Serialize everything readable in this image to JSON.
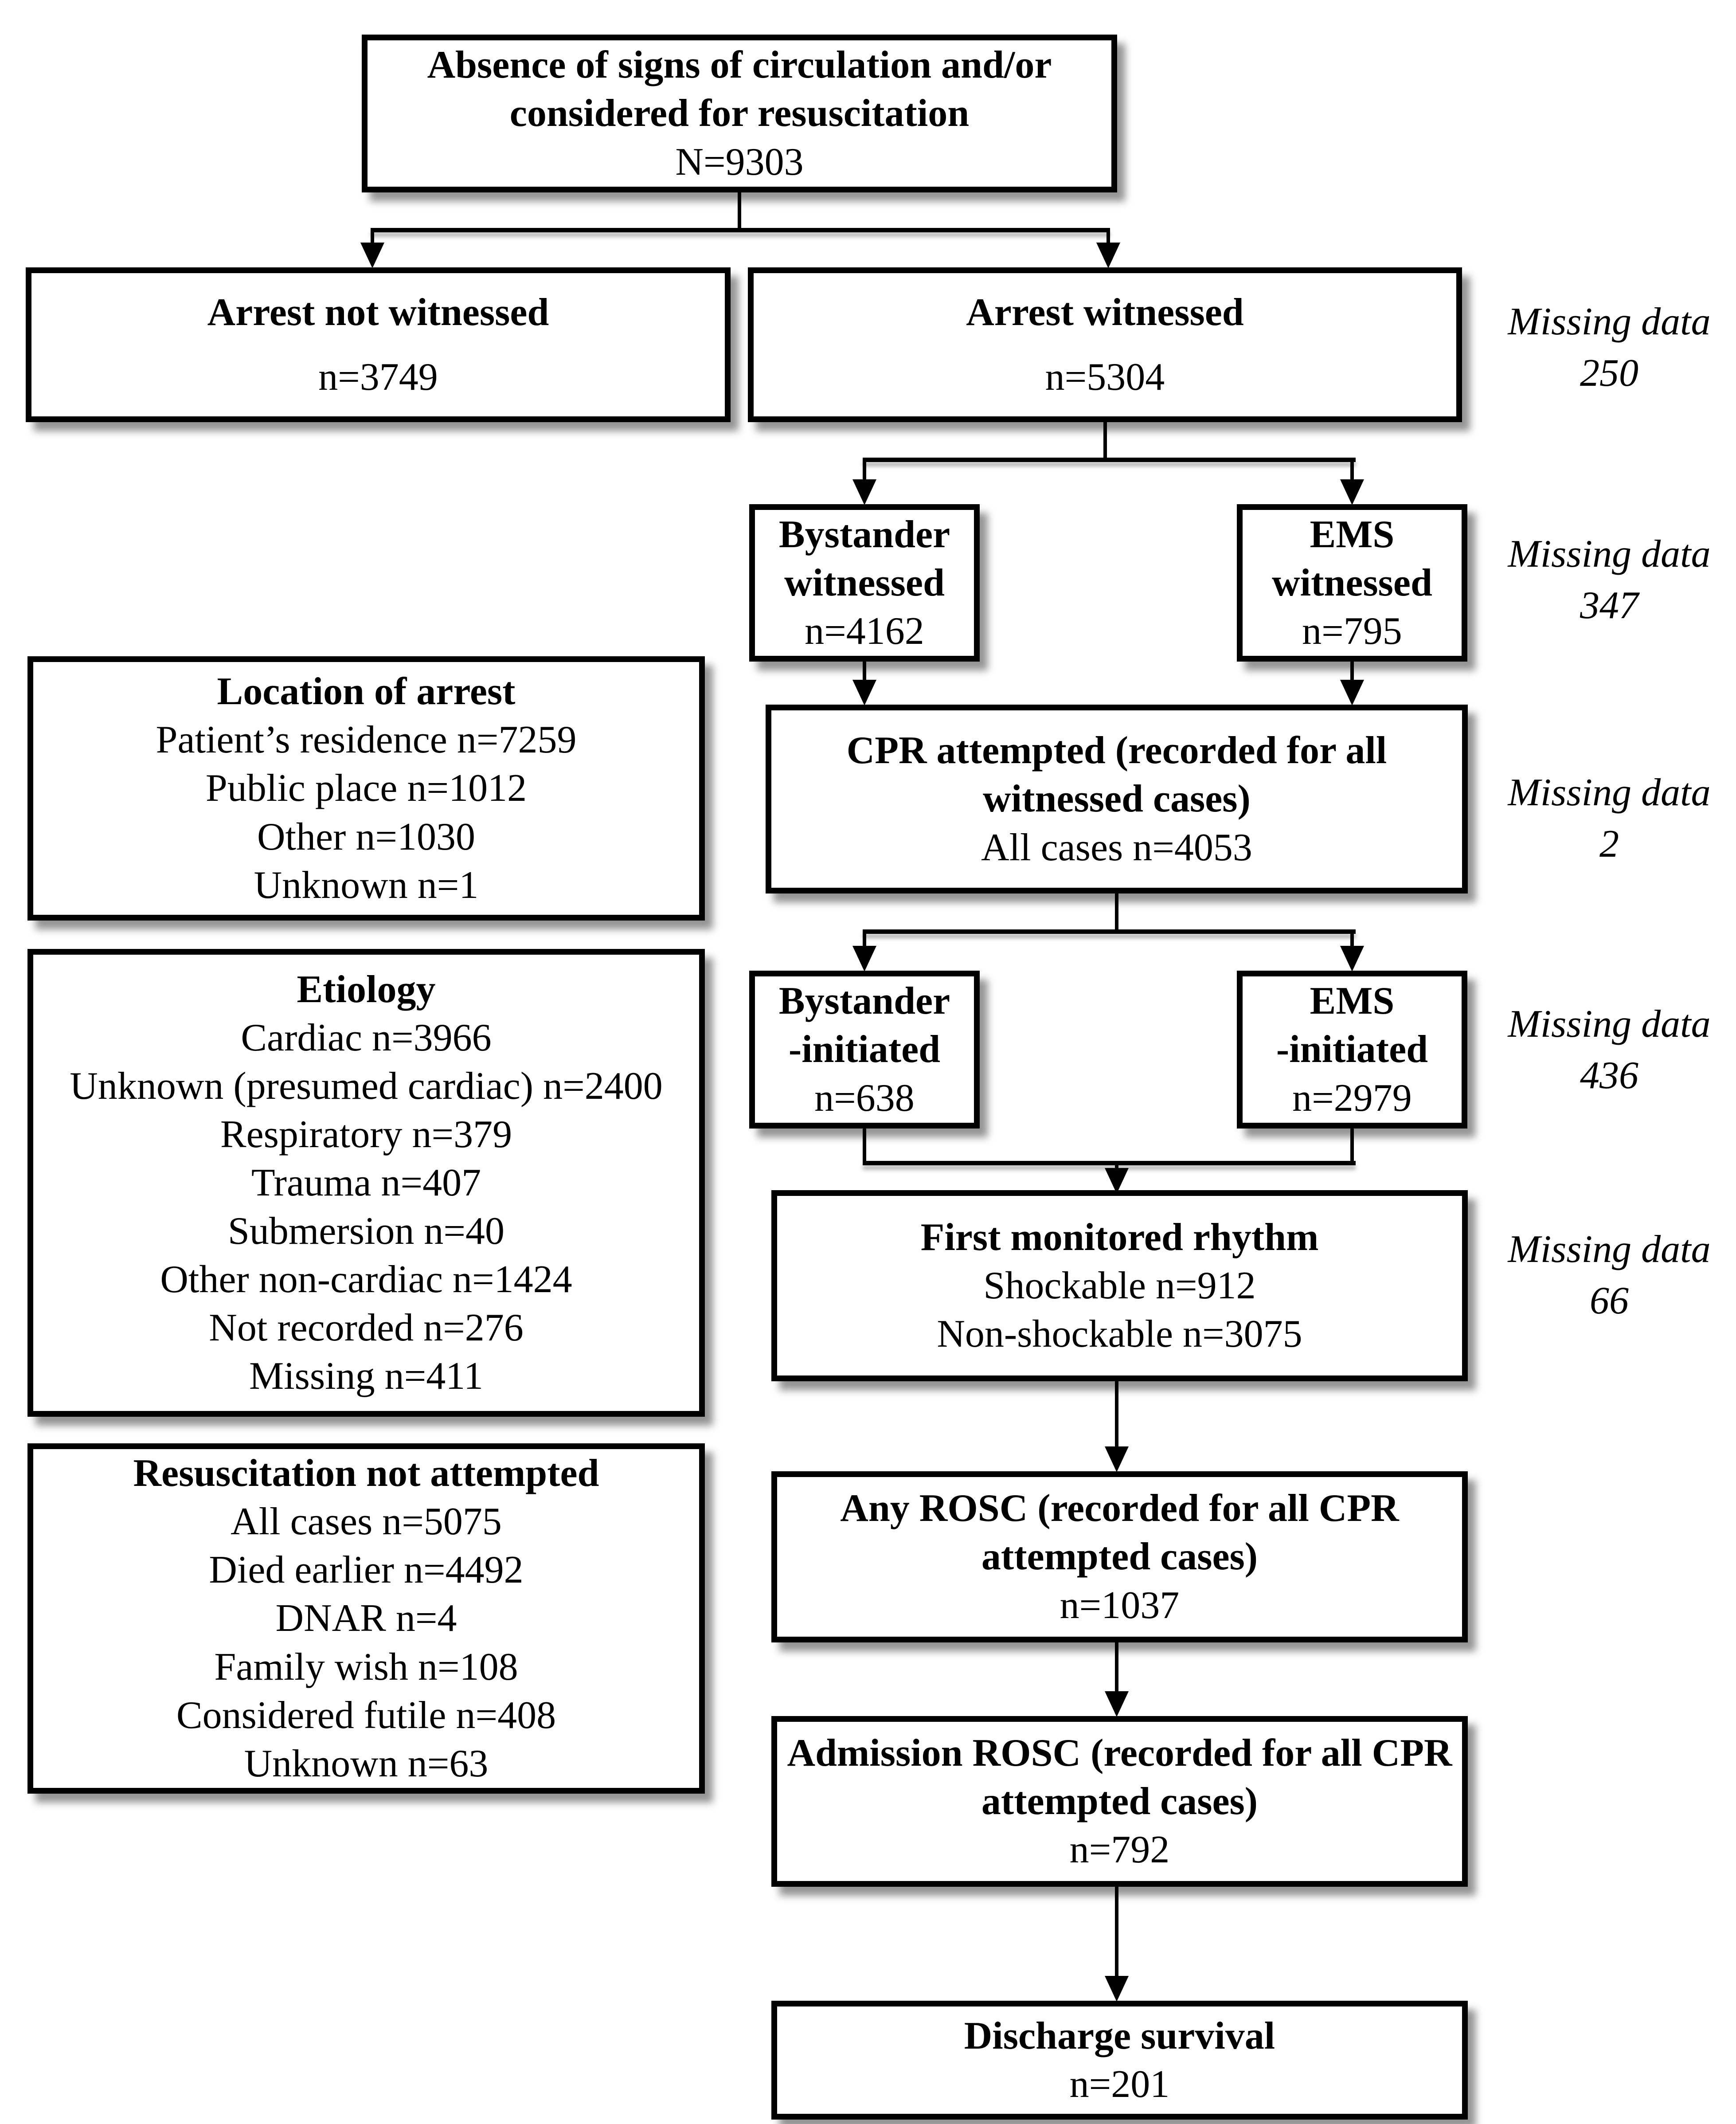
{
  "colors": {
    "line": "#000000",
    "background": "#ffffff",
    "shadow": "#9a9a9a"
  },
  "flow": {
    "top": {
      "l1": "Absence of signs of circulation and/or",
      "l2": "considered for resuscitation",
      "n": "N=9303"
    },
    "arrest_not_witnessed": {
      "title": "Arrest not witnessed",
      "n": "n=3749"
    },
    "arrest_witnessed": {
      "title": "Arrest witnessed",
      "n": "n=5304"
    },
    "bystander_witnessed": {
      "l1": "Bystander",
      "l2": "witnessed",
      "n": "n=4162"
    },
    "ems_witnessed": {
      "l1": "EMS",
      "l2": "witnessed",
      "n": "n=795"
    },
    "cpr_attempted": {
      "title": "CPR attempted (recorded for all witnessed cases)",
      "n": "All cases n=4053"
    },
    "bystander_initiated": {
      "l1": "Bystander",
      "l2": "-initiated",
      "n": "n=638"
    },
    "ems_initiated": {
      "l1": "EMS",
      "l2": "-initiated",
      "n": "n=2979"
    },
    "first_rhythm": {
      "title": "First monitored rhythm",
      "l1": "Shockable n=912",
      "l2": "Non-shockable n=3075"
    },
    "any_rosc": {
      "title": "Any ROSC (recorded for all CPR attempted cases)",
      "n": "n=1037"
    },
    "admission_rosc": {
      "title": "Admission ROSC (recorded for all CPR attempted cases)",
      "n": "n=792"
    },
    "discharge_survival": {
      "title": "Discharge survival",
      "n": "n=201"
    }
  },
  "side": {
    "location": {
      "title": "Location of arrest",
      "items": [
        "Patient’s residence n=7259",
        "Public place n=1012",
        "Other n=1030",
        "Unknown n=1"
      ]
    },
    "etiology": {
      "title": "Etiology",
      "items": [
        "Cardiac n=3966",
        "Unknown (presumed cardiac) n=2400",
        "Respiratory n=379",
        "Trauma n=407",
        "Submersion n=40",
        "Other non-cardiac n=1424",
        "Not recorded n=276",
        "Missing n=411"
      ]
    },
    "resuscitation_not_attempted": {
      "title": "Resuscitation not attempted",
      "items": [
        "All cases n=5075",
        "Died earlier n=4492",
        "DNAR n=4",
        "Family wish n=108",
        "Considered futile n=408",
        "Unknown n=63"
      ]
    }
  },
  "missing": [
    {
      "label": "Missing data",
      "value": "250"
    },
    {
      "label": "Missing data",
      "value": "347"
    },
    {
      "label": "Missing data",
      "value": "2"
    },
    {
      "label": "Missing data",
      "value": "436"
    },
    {
      "label": "Missing data",
      "value": "66"
    }
  ]
}
